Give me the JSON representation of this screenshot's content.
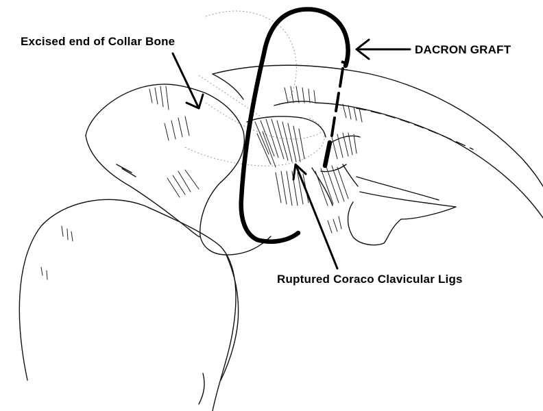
{
  "diagram": {
    "labels": {
      "excised_end": "Excised end of Collar Bone",
      "dacron_graft": "DACRON GRAFT",
      "ruptured_ligs": "Ruptured Coraco Clavicular Ligs"
    },
    "colors": {
      "ink": "#000000",
      "background": "#ffffff"
    }
  }
}
